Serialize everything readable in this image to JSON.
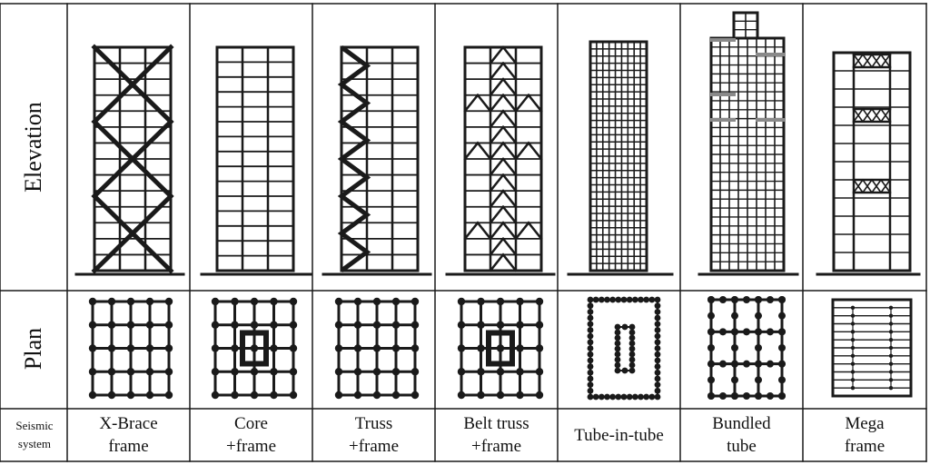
{
  "row_labels": {
    "elevation": "Elevation",
    "plan": "Plan",
    "seismic": "Seismic\nsystem"
  },
  "systems": [
    {
      "label": "X-Brace\nframe",
      "elevation_icon": "x-brace-frame-elevation",
      "plan_icon": "grid-frame-plan"
    },
    {
      "label": "Core\n+frame",
      "elevation_icon": "core-frame-elevation",
      "plan_icon": "core-frame-plan"
    },
    {
      "label": "Truss\n+frame",
      "elevation_icon": "truss-frame-elevation",
      "plan_icon": "grid-frame-plan"
    },
    {
      "label": "Belt truss\n+frame",
      "elevation_icon": "belt-truss-frame-elevation",
      "plan_icon": "core-frame-plan"
    },
    {
      "label": "Tube-in-tube",
      "elevation_icon": "tube-in-tube-elevation",
      "plan_icon": "tube-in-tube-plan"
    },
    {
      "label": "Bundled\ntube",
      "elevation_icon": "bundled-tube-elevation",
      "plan_icon": "bundled-tube-plan"
    },
    {
      "label": "Mega\nframe",
      "elevation_icon": "mega-frame-elevation",
      "plan_icon": "mega-frame-plan"
    }
  ],
  "colors": {
    "line": "#1a1a1a",
    "accent_gray": "#8a8a8a"
  }
}
